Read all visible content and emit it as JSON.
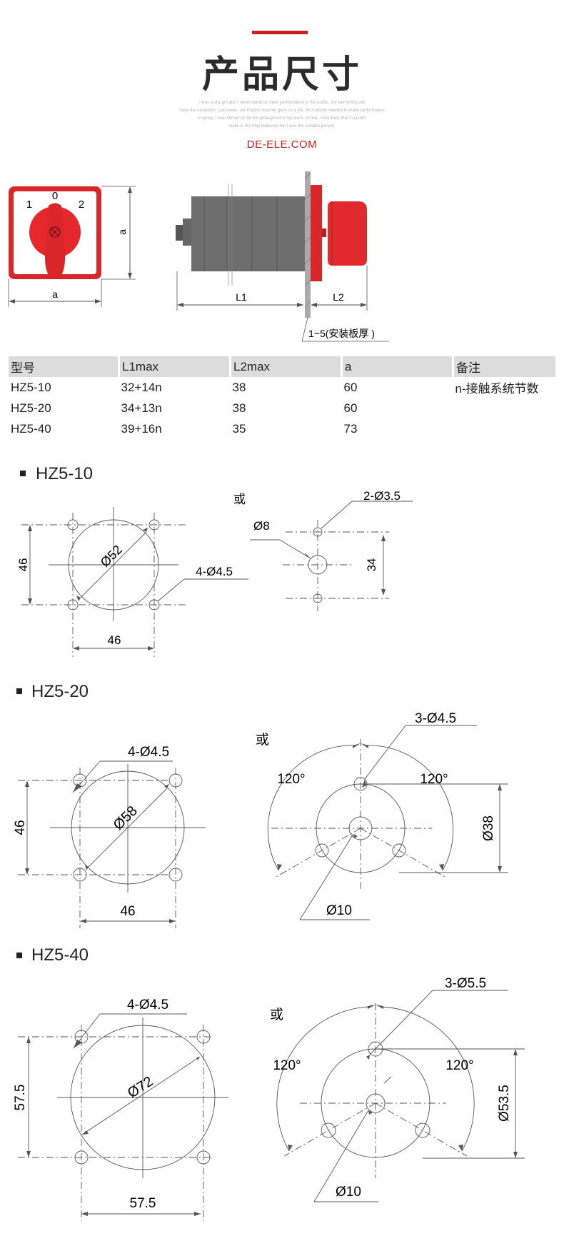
{
  "header": {
    "title": "产品尺寸",
    "tagline": [
      "I was a shy girl and I never dared to make performance to the public, but everything will",
      "have the exception. Last week, our English teacher gave us a job. All students needed to make performance",
      "in group. I was chosen to be the protagonist in my team. At first, I told them that I couldn't",
      "make it, but they believed that I was the suitable person."
    ],
    "brand": "DE-ELE.COM",
    "accent_color": "#c81f1f"
  },
  "drawing": {
    "dial_labels": [
      "1",
      "0",
      "2"
    ],
    "dim_a": "a",
    "dim_l1": "L1",
    "dim_l2": "L2",
    "plate_note": "1~5(安装板厚 )"
  },
  "table": {
    "headers": [
      "型号",
      "L1max",
      "L2max",
      "a",
      "备注"
    ],
    "rows": [
      [
        "HZ5-10",
        "32+14n",
        "38",
        "60",
        "n-接触系统节数"
      ],
      [
        "HZ5-20",
        "34+13n",
        "38",
        "60",
        ""
      ],
      [
        "HZ5-40",
        "39+16n",
        "35",
        "73",
        ""
      ]
    ]
  },
  "sections": [
    {
      "title": "HZ5-10",
      "left": {
        "circle": "Ø52",
        "holes": "4-Ø4.5",
        "width": "46",
        "height": "46"
      },
      "or": "或",
      "right": {
        "holes": "2-Ø3.5",
        "center": "Ø8",
        "spacing": "34"
      }
    },
    {
      "title": "HZ5-20",
      "left": {
        "circle": "Ø58",
        "holes": "4-Ø4.5",
        "width": "46",
        "height": "46"
      },
      "or": "或",
      "right": {
        "holes": "3-Ø4.5",
        "angle_left": "120°",
        "angle_right": "120°",
        "pcd": "Ø38",
        "center": "Ø10"
      }
    },
    {
      "title": "HZ5-40",
      "left": {
        "circle": "Ø72",
        "holes": "4-Ø4.5",
        "width": "57.5",
        "height": "57.5"
      },
      "or": "或",
      "right": {
        "holes": "3-Ø5.5",
        "angle_left": "120°",
        "angle_right": "120°",
        "pcd": "Ø53.5",
        "center": "Ø10"
      }
    }
  ]
}
